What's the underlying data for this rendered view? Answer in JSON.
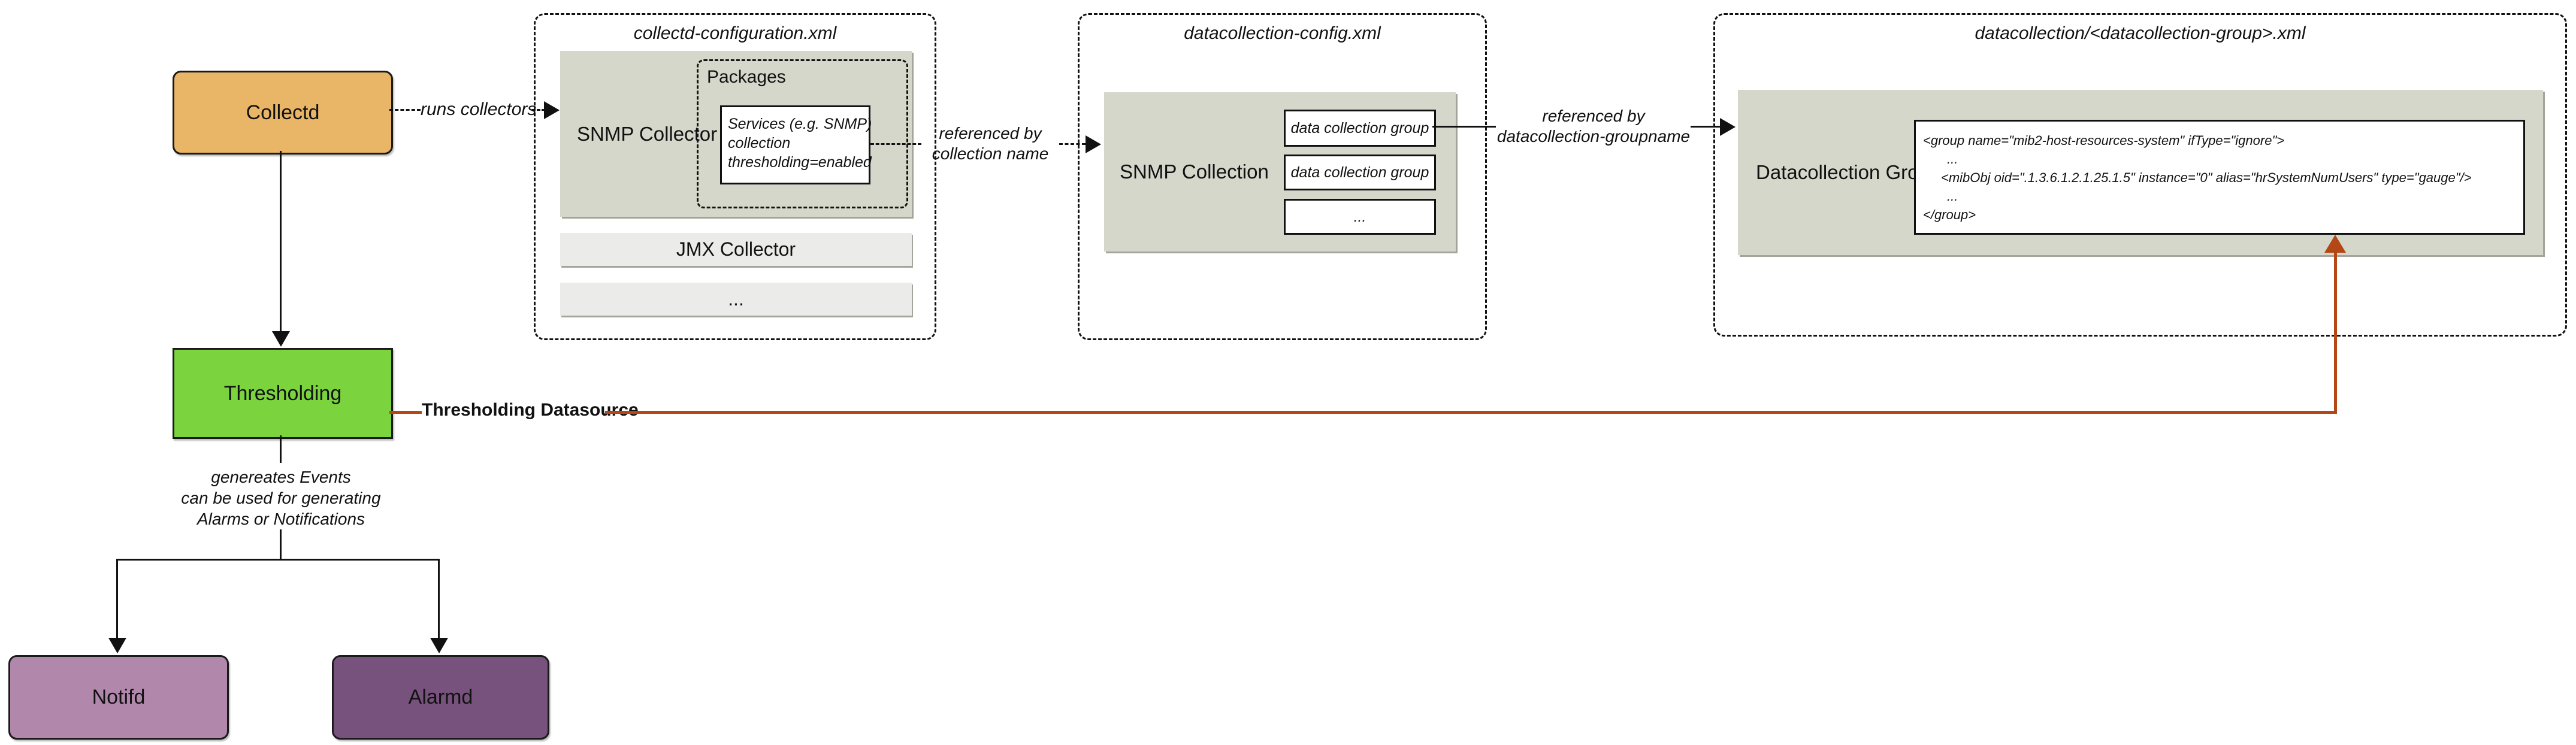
{
  "nodes": {
    "collectd": {
      "label": "Collectd",
      "color": "#E9B566"
    },
    "thresholding": {
      "label": "Thresholding",
      "color": "#7BD33E"
    },
    "notifd": {
      "label": "Notifd",
      "color": "#B287AC"
    },
    "alarmd": {
      "label": "Alarmd",
      "color": "#76527C"
    }
  },
  "collectd_configuration": {
    "title": "collectd-configuration.xml",
    "snmp_collector": "SNMP Collector",
    "packages": "Packages",
    "services_box": {
      "line1": "Services (e.g. SNMP)",
      "line2": "collection",
      "line3": "thresholding=enabled"
    },
    "jmx_collector": "JMX Collector",
    "ellipsis": "..."
  },
  "datacollection_config": {
    "title": "datacollection-config.xml",
    "snmp_collection": "SNMP Collection",
    "group1": "data collection group",
    "group2": "data collection group",
    "ellipsis": "..."
  },
  "datacollection_group_file": {
    "title": "datacollection/<datacollection-group>.xml",
    "label": "Datacollection Group",
    "xml": {
      "line1": "<group name=\"mib2-host-resources-system\" ifType=\"ignore\">",
      "line2": "...",
      "line3": "<mibObj oid=\".1.3.6.1.2.1.25.1.5\" instance=\"0\" alias=\"hrSystemNumUsers\" type=\"gauge\"/>",
      "line4": "...",
      "line5": "</group>"
    }
  },
  "edges": {
    "runs_collectors": "runs collectors",
    "referenced_by_collection": {
      "line1": "referenced by",
      "line2": "collection name"
    },
    "referenced_by_groupname": {
      "line1": "referenced by",
      "line2": "datacollection-groupname"
    },
    "thresholding_datasource": "Thresholding Datasource",
    "generates_events": {
      "line1": "genereates Events",
      "line2": "can be used for generating",
      "line3": "Alarms or Notifications"
    }
  },
  "colors": {
    "datasource_line": "#B34715",
    "panel_gray": "#D5D7CB",
    "bar_gray": "#EBEBE9"
  }
}
